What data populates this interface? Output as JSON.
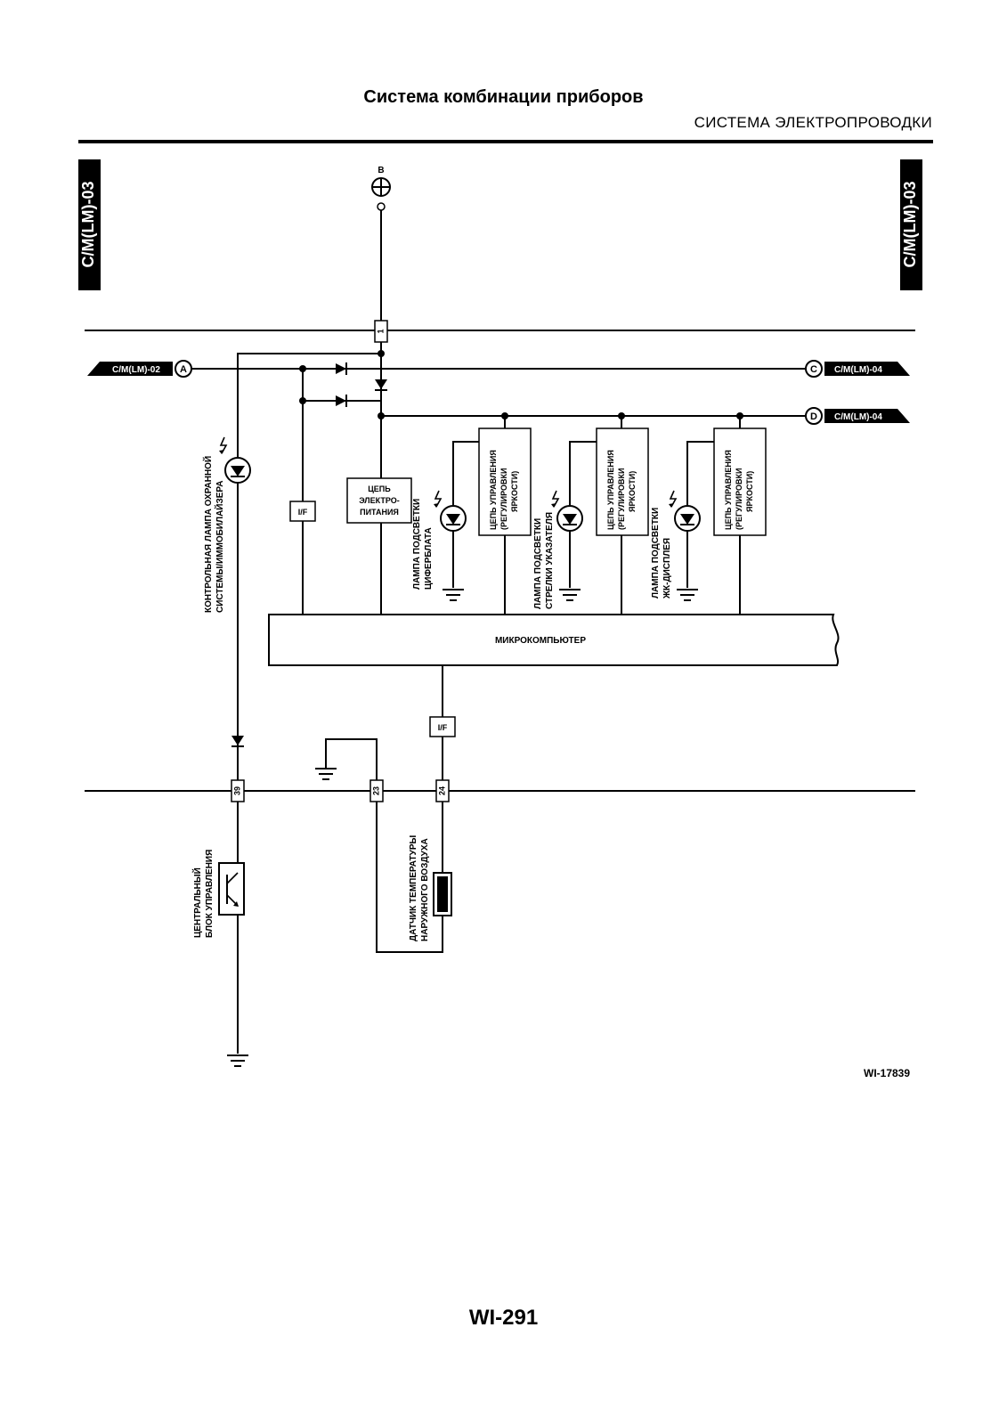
{
  "header": {
    "title": "Система комбинации приборов",
    "section": "СИСТЕМА ЭЛЕКТРОПРОВОДКИ"
  },
  "side_tabs": {
    "left": "C/M(LM)-03",
    "right": "C/M(LM)-03"
  },
  "power": {
    "label": "B"
  },
  "connectors": {
    "a": {
      "letter": "A",
      "ref": "C/M(LM)-02"
    },
    "c": {
      "letter": "C",
      "ref": "C/M(LM)-04"
    },
    "d": {
      "letter": "D",
      "ref": "C/M(LM)-04"
    }
  },
  "pins": {
    "p1": "1",
    "p39": "39",
    "p23": "23",
    "p24": "24"
  },
  "labels": {
    "security_lamp": [
      "КОНТРОЛЬНАЯ ЛАМПА ОХРАННОЙ",
      "СИСТЕМЫ/ИММОБИЛАЙЗЕРА"
    ],
    "interface": "I/F",
    "power_circuit": [
      "ЦЕПЬ",
      "ЭЛЕКТРО-",
      "ПИТАНИЯ"
    ],
    "dial_lamp": [
      "ЛАМПА ПОДСВЕТКИ",
      "ЦИФЕРБЛАТА"
    ],
    "needle_lamp": [
      "ЛАМПА ПОДСВЕТКИ",
      "СТРЕЛКИ УКАЗАТЕЛЯ"
    ],
    "lcd_lamp": [
      "ЛАМПА ПОДСВЕТКИ",
      "ЖК-ДИСПЛЕЯ"
    ],
    "brightness_ctrl": [
      "ЦЕПЬ УПРАВЛЕНИЯ",
      "(РЕГУЛИРОВКИ",
      "ЯРКОСТИ)"
    ],
    "microcomputer": "МИКРОКОМПЬЮТЕР",
    "central_unit": [
      "ЦЕНТРАЛЬНЫЙ",
      "БЛОК УПРАВЛЕНИЯ"
    ],
    "temp_sensor": [
      "ДАТЧИК ТЕМПЕРАТУРЫ",
      "НАРУЖНОГО ВОЗДУХА"
    ]
  },
  "diagram_code": "WI-17839",
  "page_number": "WI-291"
}
